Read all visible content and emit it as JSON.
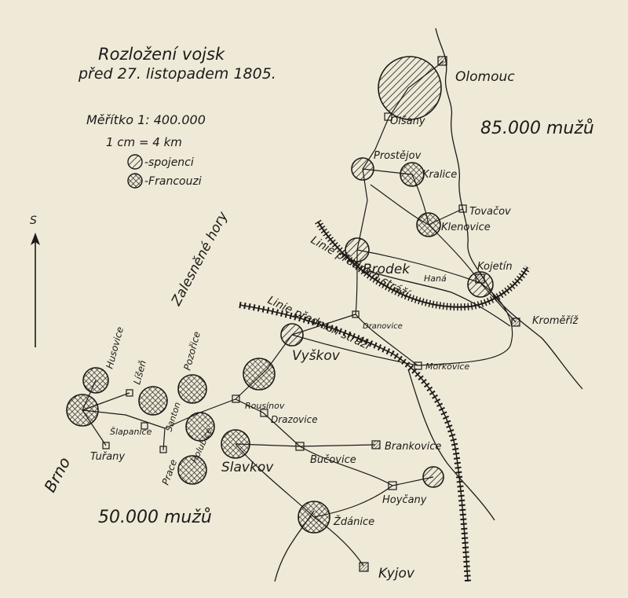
{
  "title": {
    "line1": "Rozložení vojsk",
    "line2": "před 27. listopadem 1805."
  },
  "legend": {
    "scale": "Měřítko 1: 400.000",
    "scale_cm": "1 cm = 4 km",
    "allies": "-spojenci",
    "french": "-Francouzi"
  },
  "north_label": "S",
  "troops": {
    "allied": "85.000 mužů",
    "french": "50.000 mužů"
  },
  "regions": {
    "forest": "Zalesněné hory",
    "outpost_line_1": "Linie předních stráží",
    "outpost_line_2": "Linie předních stráží",
    "hana": "Haná"
  },
  "towns": {
    "olomouc": "Olomouc",
    "olsany": "Olšany",
    "prostejov": "Prostějov",
    "kralice": "Kralice",
    "tovacov": "Tovačov",
    "klenovice": "Klenovice",
    "kojetin": "Kojetín",
    "brodek": "Brodek",
    "kromeriz": "Kroměříž",
    "dranovice": "Dranovice",
    "vyskov": "Vyškov",
    "morkovice": "Morkovice",
    "husovice": "Husovice",
    "lisen": "Líšeň",
    "pozorice": "Pozořice",
    "santon": "Santon",
    "rousinov": "Rousínov",
    "drazovice": "Drazovice",
    "brno": "Brno",
    "stapanice": "Šlapanice",
    "turany": "Tuřany",
    "holubice": "Holubice",
    "prace": "Prace",
    "slavkov": "Slavkov",
    "bucovice": "Bučovice",
    "brankovice": "Brankovice",
    "horycany": "Hoyčany",
    "zdanice": "Ždánice",
    "kyjov": "Kyjov"
  },
  "colors": {
    "ink": "#1d1a17",
    "paper": "#efe9d8"
  }
}
